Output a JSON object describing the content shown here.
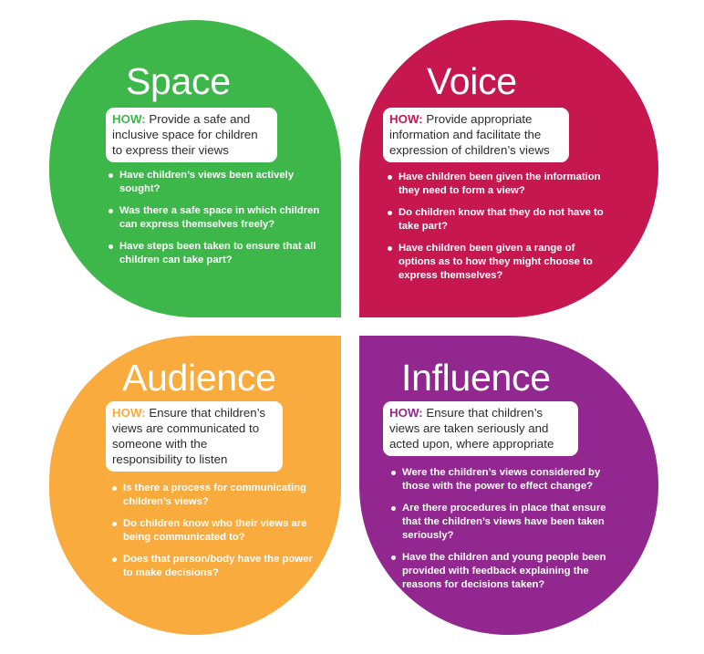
{
  "colors": {
    "space": "#3db64a",
    "voice": "#c6174f",
    "audience": "#f9ab3d",
    "influence": "#91278f",
    "how_space": "#3db64a",
    "how_voice": "#c6174f",
    "how_audience": "#f9ab3d",
    "how_influence": "#91278f"
  },
  "space": {
    "title": "Space",
    "how_label": "HOW:",
    "how_text": "Provide a safe and inclusive space for children to express their views",
    "bullets": [
      "Have children’s views been actively sought?",
      "Was there a safe space in which children can express themselves freely?",
      "Have steps been taken to ensure that all children can take part?"
    ]
  },
  "voice": {
    "title": "Voice",
    "how_label": "HOW:",
    "how_text": "Provide appropriate information and facilitate the expression of children’s views",
    "bullets": [
      "Have children been given the information they need to form a view?",
      "Do children know that they do not have to take part?",
      "Have children been given a range of options as to how they might choose to express themselves?"
    ]
  },
  "audience": {
    "title": "Audience",
    "how_label": "HOW:",
    "how_text": "Ensure that children’s views are communicated to someone with the responsibility to listen",
    "bullets": [
      "Is there a process for communicating children’s views?",
      "Do children know who their views are being communicated to?",
      "Does that person/body have the power to make decisions?"
    ]
  },
  "influence": {
    "title": "Influence",
    "how_label": "HOW:",
    "how_text": "Ensure that children’s views are taken seriously and acted upon, where appropriate",
    "bullets": [
      "Were the children’s views considered by those with the power to effect change?",
      "Are there procedures in place that ensure that the children’s views have been taken seriously?",
      "Have the children and young people been provided with feedback explaining the reasons for decisions taken?"
    ]
  }
}
